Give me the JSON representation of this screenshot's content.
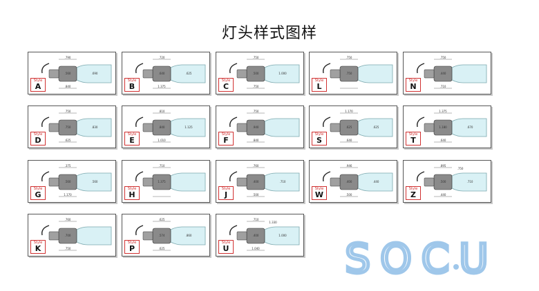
{
  "title": "灯头样式图样",
  "style_word": "Style",
  "colors": {
    "tag_border": "#d03030",
    "glass": "#d9f1f5",
    "glass_stroke": "#7aa7ad",
    "base": "#8a8a8a",
    "logo": "#9fc7ea"
  },
  "logo": {
    "text": "SOCU"
  },
  "styles": [
    {
      "letter": "A",
      "dims": [
        ".790",
        ".560",
        ".840",
        ".690"
      ]
    },
    {
      "letter": "B",
      "dims": [
        ".720",
        ".640",
        "1.375",
        ".625"
      ]
    },
    {
      "letter": "C",
      "dims": [
        ".750",
        ".500",
        ".750",
        "1.000"
      ]
    },
    {
      "letter": "L",
      "dims": [
        ".750",
        ".750"
      ]
    },
    {
      "letter": "N",
      "dims": [
        ".750",
        ".440",
        ".710"
      ]
    },
    {
      "letter": "D",
      "dims": [
        ".750",
        ".750",
        ".625",
        ".830"
      ]
    },
    {
      "letter": "E",
      "dims": [
        ".810",
        ".840",
        "1.010",
        "1.125"
      ]
    },
    {
      "letter": "F",
      "dims": [
        ".750",
        ".940",
        ".840"
      ]
    },
    {
      "letter": "S",
      "dims": [
        "1.170",
        ".625",
        ".640",
        ".625"
      ]
    },
    {
      "letter": "T",
      "dims": [
        "1.375",
        "1.180",
        ".640",
        ".670"
      ]
    },
    {
      "letter": "G",
      "dims": [
        ".375",
        ".560",
        "1.170",
        ".560"
      ]
    },
    {
      "letter": "H",
      "dims": [
        ".710",
        "1.375"
      ]
    },
    {
      "letter": "J",
      "dims": [
        ".760",
        ".400",
        ".500",
        ".710"
      ]
    },
    {
      "letter": "W",
      "dims": [
        ".946",
        ".400",
        ".500",
        ".440"
      ]
    },
    {
      "letter": "Z",
      "dims": [
        ".895",
        ".500",
        ".440",
        ".710",
        ".750"
      ]
    },
    {
      "letter": "K",
      "dims": [
        ".760",
        ".700",
        ".750"
      ]
    },
    {
      "letter": "P",
      "dims": [
        ".625",
        ".574",
        ".625",
        ".860"
      ]
    },
    {
      "letter": "U",
      "dims": [
        ".710",
        ".400",
        "1.040",
        "1.000",
        "1.330"
      ]
    }
  ]
}
